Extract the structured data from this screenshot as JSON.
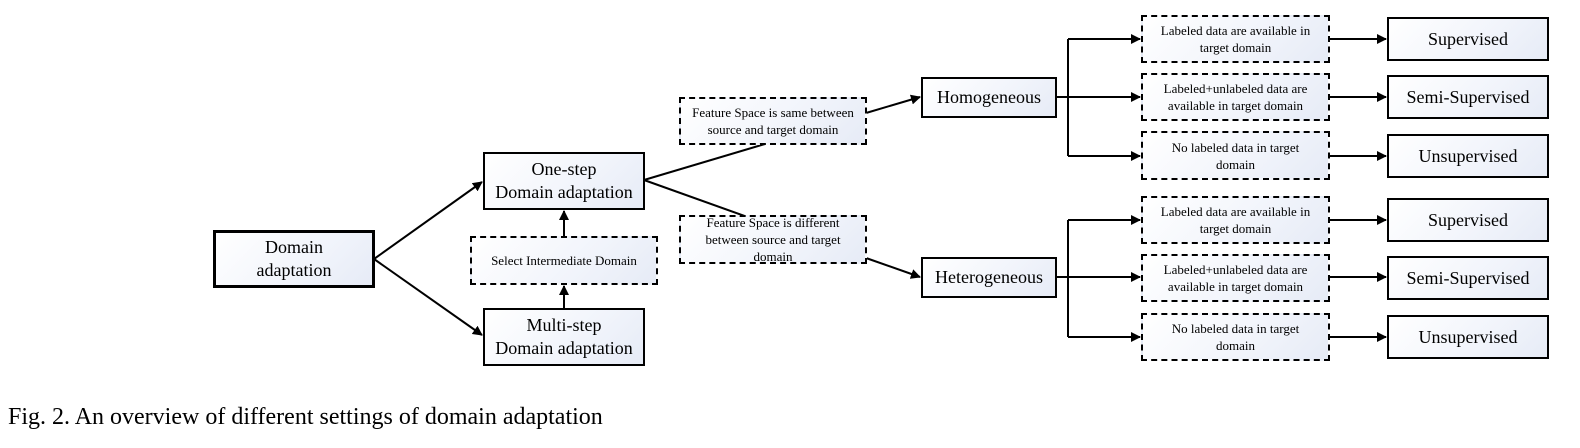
{
  "diagram": {
    "root": "Domain\nadaptation",
    "one_step": "One-step\nDomain adaptation",
    "multi_step": "Multi-step\nDomain adaptation",
    "select_intermediate": "Select Intermediate Domain",
    "feature_same": "Feature Space is same between\nsource and target domain",
    "feature_different": "Feature Space is different\nbetween source and target\ndomain",
    "homogeneous": "Homogeneous",
    "heterogeneous": "Heterogeneous",
    "homo_conditions": [
      "Labeled data are available in\ntarget domain",
      "Labeled+unlabeled  data are\navailable in target domain",
      "No labeled  data in target\ndomain"
    ],
    "homo_outcomes": [
      "Supervised",
      "Semi-Supervised",
      "Unsupervised"
    ],
    "hetero_conditions": [
      "Labeled data are available in\ntarget domain",
      "Labeled+unlabeled  data are\navailable in target domain",
      "No labeled  data in target\ndomain"
    ],
    "hetero_outcomes": [
      "Supervised",
      "Semi-Supervised",
      "Unsupervised"
    ]
  },
  "caption": "Fig. 2.  An overview of different settings of domain adaptation"
}
